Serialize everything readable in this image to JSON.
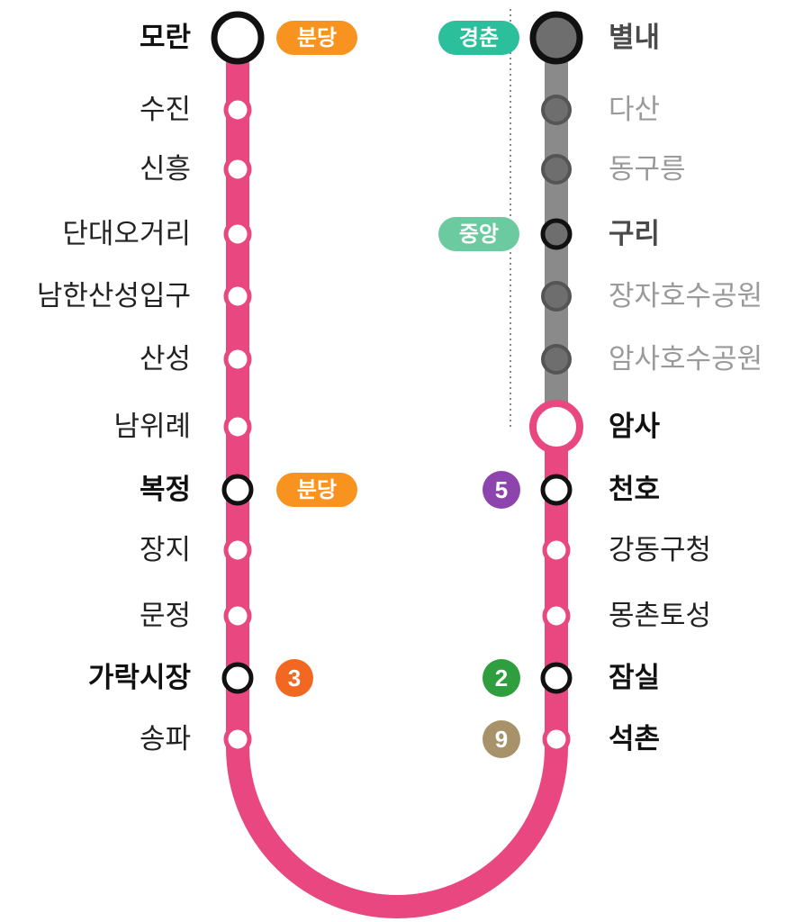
{
  "colors": {
    "line": "#e8487f",
    "future_line": "#8a8a8a",
    "future_station": "#6e6e6e",
    "outline": "#111111",
    "white": "#ffffff"
  },
  "left_stations": [
    {
      "name": "모란",
      "type": "terminal"
    },
    {
      "name": "수진",
      "type": "normal"
    },
    {
      "name": "신흥",
      "type": "normal"
    },
    {
      "name": "단대오거리",
      "type": "normal"
    },
    {
      "name": "남한산성입구",
      "type": "normal"
    },
    {
      "name": "산성",
      "type": "normal"
    },
    {
      "name": "남위례",
      "type": "normal"
    },
    {
      "name": "복정",
      "type": "interchange"
    },
    {
      "name": "장지",
      "type": "normal"
    },
    {
      "name": "문정",
      "type": "normal"
    },
    {
      "name": "가락시장",
      "type": "interchange"
    },
    {
      "name": "송파",
      "type": "normal"
    }
  ],
  "right_stations": [
    {
      "name": "별내",
      "type": "future_terminal"
    },
    {
      "name": "다산",
      "type": "future"
    },
    {
      "name": "동구릉",
      "type": "future"
    },
    {
      "name": "구리",
      "type": "future_interchange"
    },
    {
      "name": "장자호수공원",
      "type": "future"
    },
    {
      "name": "암사호수공원",
      "type": "future"
    },
    {
      "name": "암사",
      "type": "big"
    },
    {
      "name": "천호",
      "type": "interchange"
    },
    {
      "name": "강동구청",
      "type": "normal"
    },
    {
      "name": "몽촌토성",
      "type": "normal"
    },
    {
      "name": "잠실",
      "type": "interchange"
    },
    {
      "name": "석촌",
      "type": "normal_bold"
    }
  ],
  "transfers": [
    {
      "label": "분당",
      "kind": "pill",
      "side": "left",
      "station_index": 0,
      "color": "#f7931e"
    },
    {
      "label": "경춘",
      "kind": "pill",
      "side": "right",
      "station_index": 0,
      "color": "#2bbf9c"
    },
    {
      "label": "중앙",
      "kind": "pill",
      "side": "right",
      "station_index": 3,
      "color": "#6ccaa0"
    },
    {
      "label": "분당",
      "kind": "pill",
      "side": "left",
      "station_index": 7,
      "color": "#f7931e"
    },
    {
      "label": "5",
      "kind": "circle",
      "side": "right",
      "station_index": 7,
      "color": "#8e44ad"
    },
    {
      "label": "3",
      "kind": "circle",
      "side": "left",
      "station_index": 10,
      "color": "#f26722"
    },
    {
      "label": "2",
      "kind": "circle",
      "side": "right",
      "station_index": 10,
      "color": "#2e9e3e"
    },
    {
      "label": "9",
      "kind": "circle",
      "side": "right",
      "station_index": 11,
      "color": "#a8926a"
    }
  ]
}
